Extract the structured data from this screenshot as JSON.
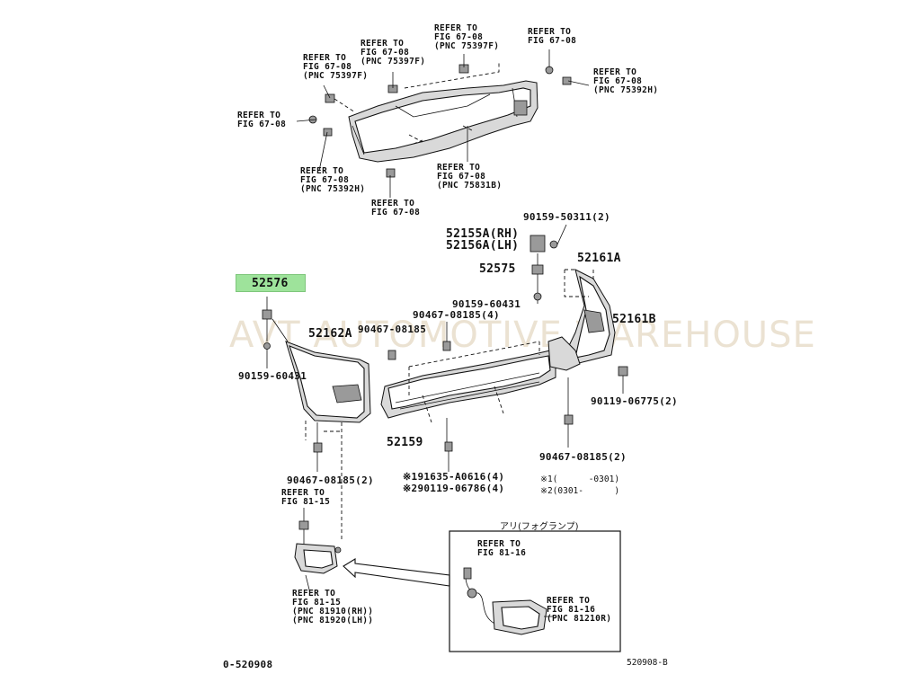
{
  "watermark": "AVT AUTOMOTIVE WAREHOUSE",
  "highlight_label": "52576",
  "labels": {
    "tl_1": "REFER TO\nFIG 67-08\n(PNC 75397F)",
    "tl_2": "REFER TO\nFIG 67-08\n(PNC 75397F)",
    "tl_3": "REFER TO\nFIG 67-08\n(PNC 75397F)",
    "tl_4": "REFER TO\nFIG 67-08",
    "tl_5": "REFER TO\nFIG 67-08\n(PNC 75392H)",
    "tl_6": "REFER TO\nFIG 67-08",
    "tl_7": "REFER TO\nFIG 67-08\n(PNC 75392H)",
    "tl_8": "REFER TO\nFIG 67-08\n(PNC 75831B)",
    "tl_9": "REFER TO\nFIG 67-08",
    "p_90159_50311": "90159-50311(2)",
    "p_52155a": "52155A(RH)",
    "p_52156a": "52156A(LH)",
    "p_52575": "52575",
    "p_52161a": "52161A",
    "p_90159_60431_r": "90159-60431",
    "p_90467_08185_4": "90467-08185(4)",
    "p_90467_08185": "90467-08185",
    "p_52162a": "52162A",
    "p_52161b": "52161B",
    "p_90159_60431_l": "90159-60431",
    "p_90119_06775": "90119-06775(2)",
    "p_52159": "52159",
    "p_90467_08185_2r": "90467-08185(2)",
    "p_90467_08185_2l": "90467-08185(2)",
    "p_191635": "※191635-A0616(4)",
    "p_90119_06786": "※290119-06786(4)",
    "note1": "※1(      -0301)",
    "note2": "※2(0301-      )",
    "fog_title": "アリ(フォグランプ)",
    "fig81_15_a": "REFER TO\nFIG 81-15",
    "fig81_15_b": "REFER TO\nFIG 81-15\n(PNC 81910(RH))\n(PNC 81920(LH))",
    "fig81_16_a": "REFER TO\nFIG 81-16",
    "fig81_16_b": "REFER TO\nFIG 81-16\n(PNC 81210R)",
    "footer_left": "0-520908",
    "footer_right": "520908-B"
  }
}
